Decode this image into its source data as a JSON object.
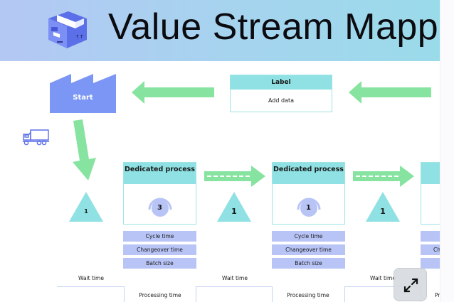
{
  "header": {
    "title": "Value Stream Mapp",
    "logo_icon": "package-box-icon"
  },
  "colors": {
    "header_gradient_start": "#b4c8f4",
    "header_gradient_end": "#9adbea",
    "factory": "#7b96f5",
    "arrow_green": "#86e3a0",
    "process_header": "#8fe1e3",
    "metric_bg": "#b8c4f6",
    "inventory_triangle": "#8fe1e3"
  },
  "diagram": {
    "start": {
      "label": "Start",
      "icon": "factory-icon"
    },
    "transport_icon": "truck-icon",
    "label_box": {
      "title": "Label",
      "body": "Add data"
    },
    "inventory": [
      {
        "value": "1"
      },
      {
        "value": "1"
      },
      {
        "value": "1"
      }
    ],
    "processes": [
      {
        "title": "Dedicated process",
        "operators": "3",
        "metrics": [
          "Cycle time",
          "Changeover time",
          "Batch size"
        ]
      },
      {
        "title": "Dedicated process",
        "operators": "1",
        "metrics": [
          "Cycle time",
          "Changeover time",
          "Batch size"
        ]
      },
      {
        "title": "",
        "operators": "",
        "metrics": [
          "",
          "Ch",
          ""
        ]
      }
    ],
    "timeline": {
      "wait_labels": [
        "Wait time",
        "Wait time",
        "Wait time"
      ],
      "processing_labels": [
        "Processing time",
        "Processing time",
        "Pr"
      ]
    }
  },
  "controls": {
    "expand_button_icon": "expand-arrows-icon"
  }
}
